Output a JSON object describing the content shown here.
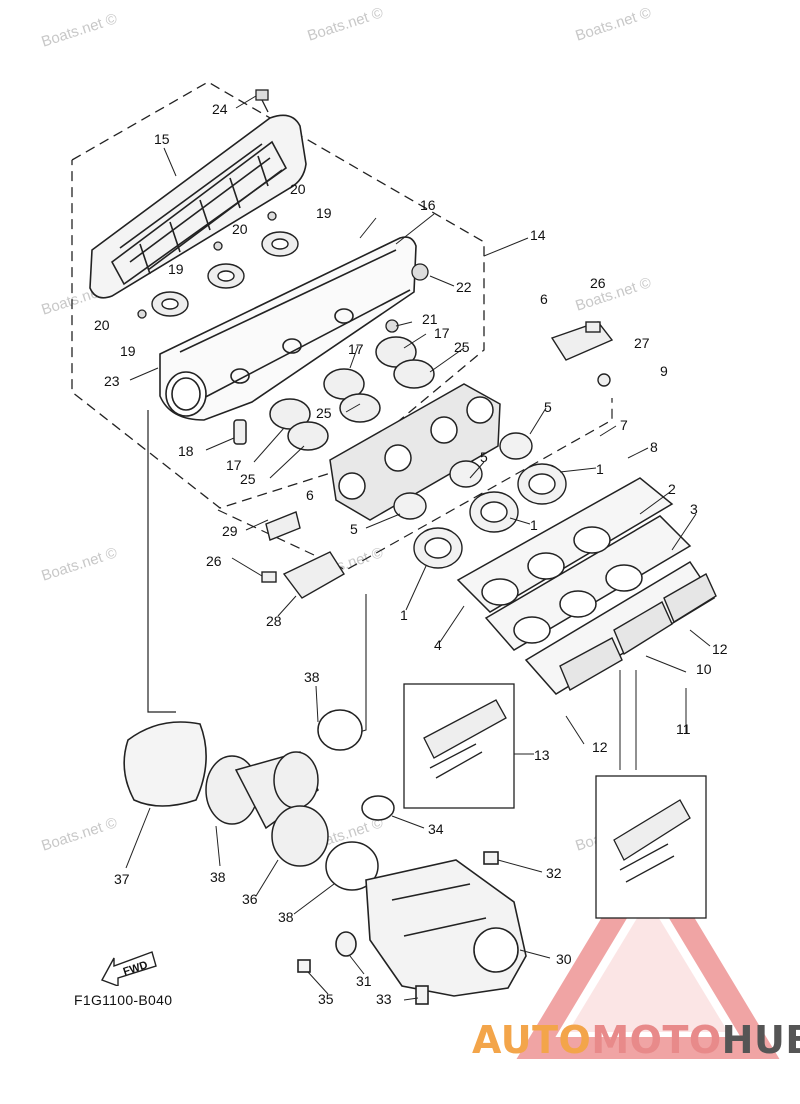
{
  "watermark": "Boats.net ©",
  "diagram_code": "F1G1100-B040",
  "fwd_label": "FWD",
  "brand": {
    "part1": "AUTO",
    "part2": "MOTO",
    "part3": "HUB"
  },
  "callouts": [
    "24",
    "15",
    "20",
    "19",
    "20",
    "19",
    "16",
    "22",
    "21",
    "17",
    "20",
    "19",
    "23",
    "17",
    "25",
    "25",
    "18",
    "17",
    "25",
    "14",
    "6",
    "26",
    "27",
    "9",
    "5",
    "7",
    "8",
    "1",
    "2",
    "3",
    "5",
    "1",
    "5",
    "6",
    "29",
    "26",
    "28",
    "4",
    "1",
    "12",
    "10",
    "38",
    "12",
    "13",
    "11",
    "37",
    "38",
    "36",
    "38",
    "34",
    "32",
    "30",
    "31",
    "35",
    "33"
  ]
}
